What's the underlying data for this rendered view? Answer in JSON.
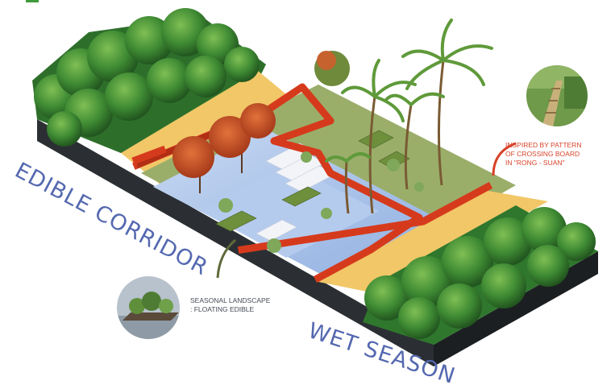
{
  "labels": {
    "edible_corridor": "EDIBLE CORRIDOR",
    "wet_season": "WET SEASON"
  },
  "annotations": {
    "inspired": {
      "line1": "INSPIRED BY PATTERN",
      "line2": "OF CROSSING BOARD",
      "line3": "IN  \"RONG - SUAN\""
    },
    "seasonal": {
      "line1": "SEASONAL LANDSCAPE",
      "line2": ": FLOATING EDIBLE"
    }
  },
  "colors": {
    "walkway": "#d63a1c",
    "water": "#a9c3e8",
    "sand": "#f1c768",
    "grass": "#9aae6a",
    "forest": "#3f8a3a",
    "soil": "#2b2f33",
    "label_blue": "#5468b0",
    "annotation_red": "#d8432a",
    "connector_green": "#5f6b3a"
  },
  "icons": {
    "thumb_top": "crossing-board-photo-icon",
    "thumb_bottom": "floating-garden-photo-icon"
  }
}
